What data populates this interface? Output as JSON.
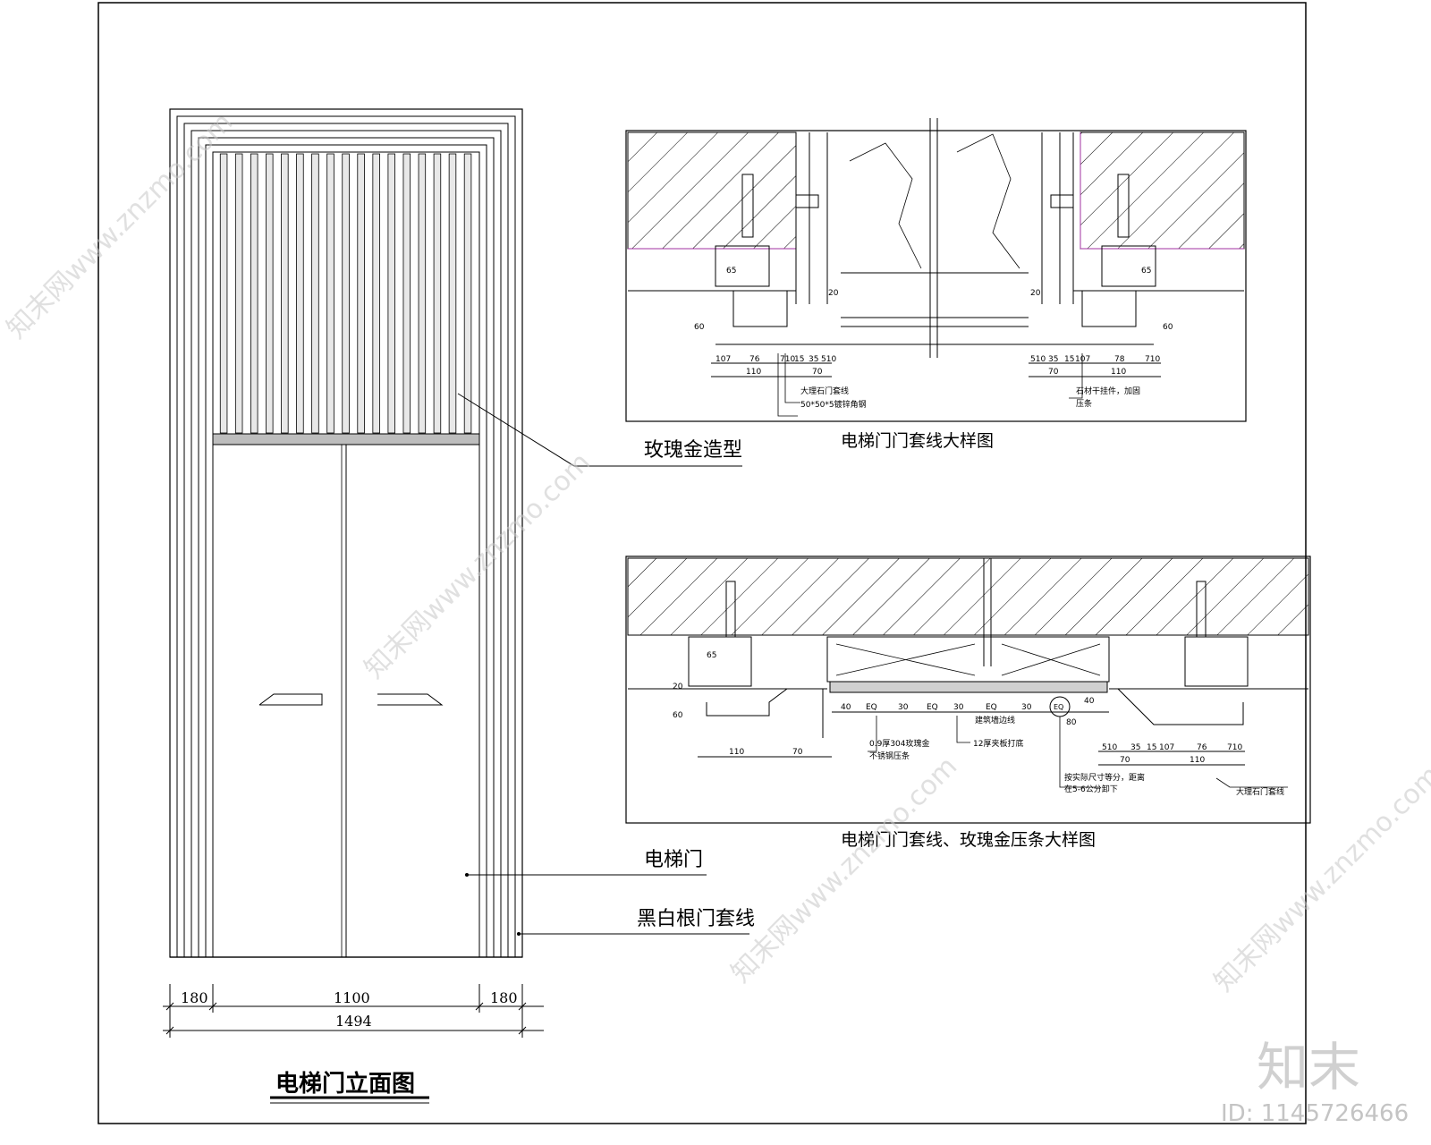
{
  "elevation": {
    "title": "电梯门立面图",
    "dims": [
      "180",
      "1100",
      "180",
      "1494"
    ],
    "labels": {
      "rose_gold": "玫瑰金造型",
      "elevator_door": "电梯门",
      "door_trim": "黑白根门套线"
    }
  },
  "detail1": {
    "title": "电梯门门套线大样图",
    "dims_left": [
      "107",
      "76",
      "710",
      "15",
      "35",
      "510",
      "110",
      "70",
      "65",
      "60",
      "20"
    ],
    "dims_right": [
      "510",
      "35",
      "15",
      "107",
      "78",
      "710",
      "70",
      "110",
      "65",
      "60",
      "20"
    ],
    "notes": [
      "大理石门套线",
      "50*50*5镀锌角钢",
      "石材干挂件，加固",
      "压条"
    ]
  },
  "detail2": {
    "title": "电梯门门套线、玫瑰金压条大样图",
    "dims": [
      "40",
      "EQ",
      "30",
      "EQ",
      "30",
      "EQ",
      "30",
      "40",
      "110",
      "70",
      "65",
      "60",
      "20",
      "EQ",
      "80",
      "70",
      "110",
      "76",
      "510",
      "35",
      "15",
      "107",
      "710"
    ],
    "notes": [
      "0.9厚304玫瑰金",
      "不锈钢压条",
      "12厚夹板打底",
      "建筑墙边线",
      "按实际尺寸等分，距离",
      "在5-6公分卸下",
      "大理石门套线"
    ]
  },
  "brand": {
    "logo": "知末",
    "id": "ID: 1145726466",
    "watermark": "知末网www.znzmo.com"
  }
}
